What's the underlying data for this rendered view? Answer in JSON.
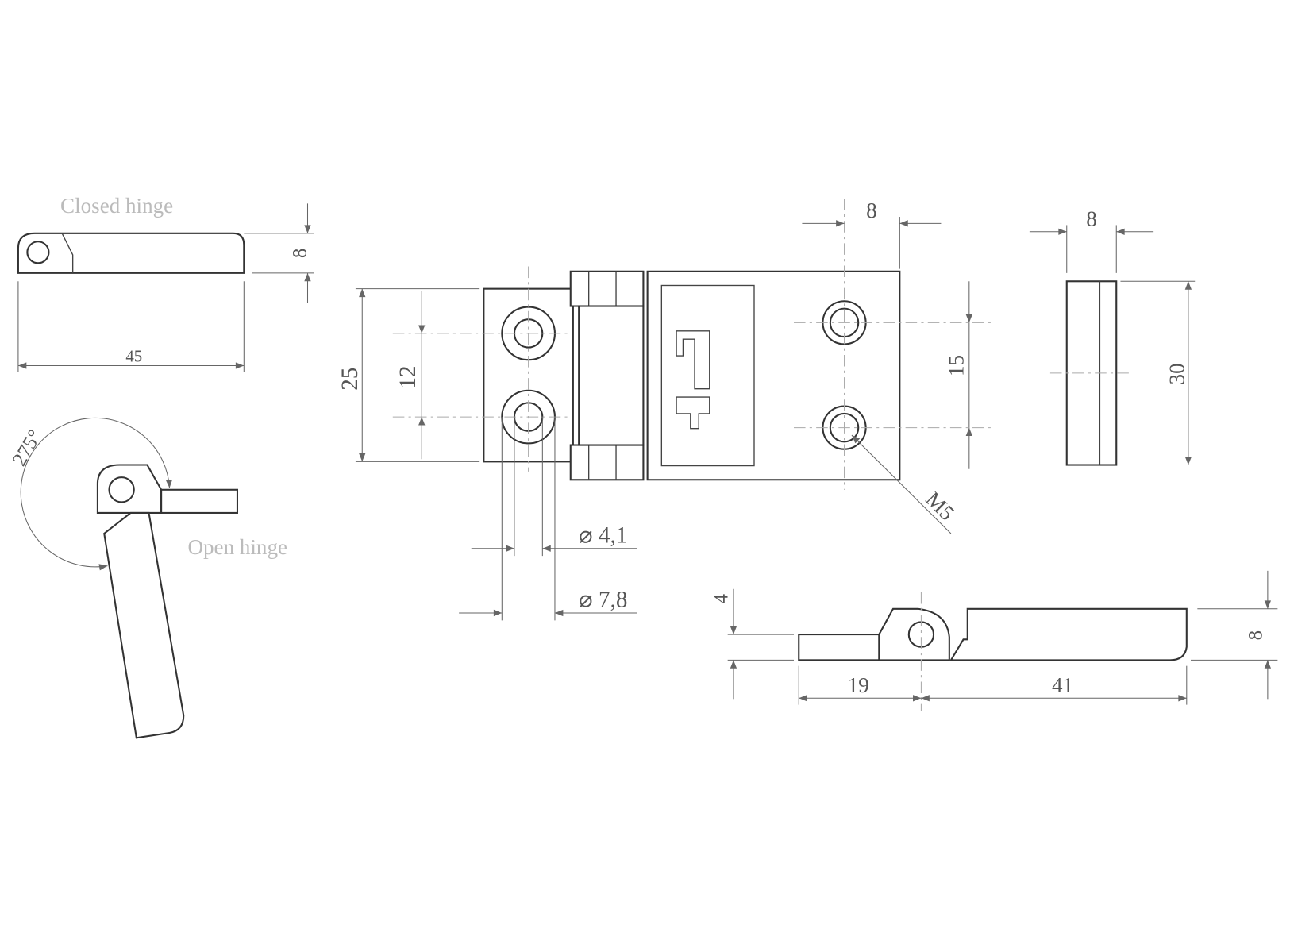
{
  "views": {
    "closed_hinge": {
      "title": "Closed hinge",
      "length": "45",
      "thickness": "8"
    },
    "open_hinge": {
      "title": "Open hinge",
      "angle": "275°"
    },
    "front": {
      "height_outer": "25",
      "hole_spacing": "12",
      "hole_diameter": "⌀ 4,1",
      "countersink_diameter": "⌀ 7,8",
      "right_width": "8",
      "right_hole_spacing": "15",
      "thread": "M5"
    },
    "side": {
      "width": "8",
      "height": "30"
    },
    "bottom": {
      "knuckle_height": "4",
      "left_length": "19",
      "right_length": "41",
      "thickness": "8"
    }
  }
}
